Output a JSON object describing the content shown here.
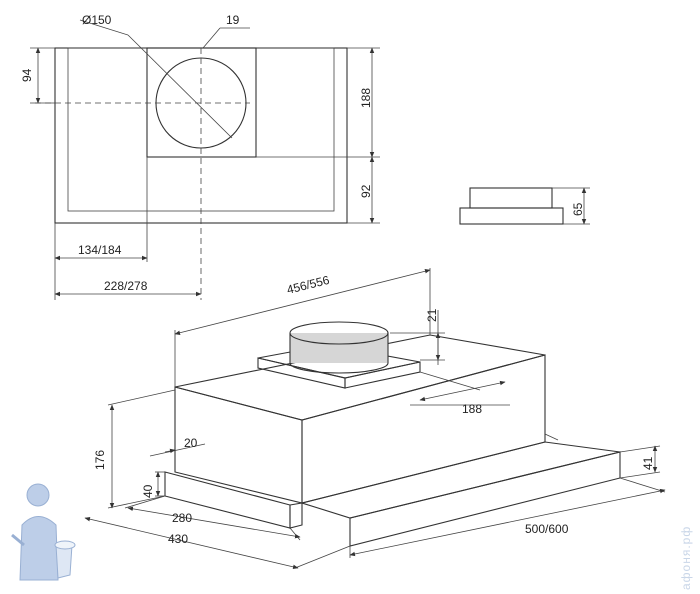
{
  "dimensions": {
    "diameter": "Ø150",
    "d19": "19",
    "d94": "94",
    "d188_top": "188",
    "d92": "92",
    "d65": "65",
    "d134_184": "134/184",
    "d228_278": "228/278",
    "d456_556": "456/556",
    "d21": "21",
    "d188_iso": "188",
    "d176": "176",
    "d20": "20",
    "d40": "40",
    "d41": "41",
    "d280": "280",
    "d430": "430",
    "d500_600": "500/600"
  },
  "watermark": "афоня.рф",
  "colors": {
    "line": "#333333",
    "body_fill": "#d4d4d4",
    "body_dark": "#b8b8b8",
    "watermark": "#c9d6e8"
  }
}
